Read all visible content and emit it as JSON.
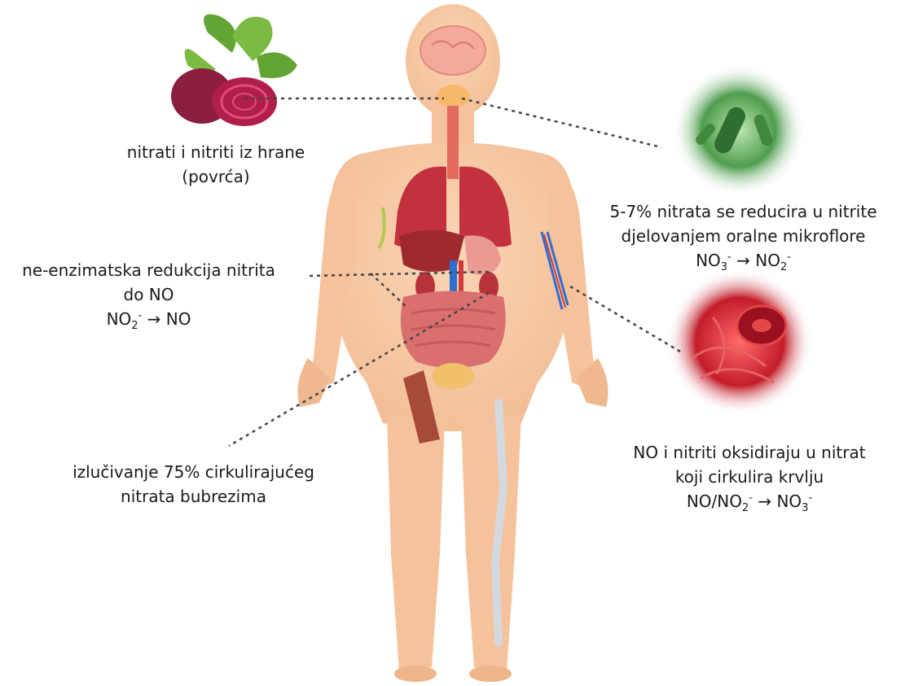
{
  "labels": {
    "food": {
      "line1": "nitrati i nitriti iz hrane",
      "line2": "(povrća)"
    },
    "oral": {
      "line1": "5-7% nitrata se reducira u nitrite",
      "line2": "djelovanjem oralne mikroflore",
      "eq_lhs": "NO",
      "eq_lhs_sub": "3",
      "eq_lhs_sup": "-",
      "arrow": "→",
      "eq_rhs": "NO",
      "eq_rhs_sub": "2",
      "eq_rhs_sup": "-"
    },
    "reduction": {
      "line1": "ne-enzimatska redukcija nitrita",
      "line2": "do NO",
      "eq_lhs": "NO",
      "eq_lhs_sub": "2",
      "eq_lhs_sup": "-",
      "arrow": "→",
      "eq_rhs": "NO"
    },
    "blood": {
      "line1": "NO i nitriti oksidiraju u nitrat",
      "line2": "koji cirkulira krvlju",
      "eq_lhs": "NO/NO",
      "eq_lhs_sub": "2",
      "eq_lhs_sup": "-",
      "arrow": "→",
      "eq_rhs": "NO",
      "eq_rhs_sub": "3",
      "eq_rhs_sup": "-"
    },
    "kidney": {
      "line1": "izlučivanje 75% cirkulirajućeg",
      "line2": "nitrata bubrezima"
    }
  },
  "colors": {
    "skin": "#f7c9a5",
    "skin_shadow": "#eeb38a",
    "lung": "#c4313e",
    "liver": "#9e2a2f",
    "stomach": "#e99a93",
    "intestine": "#d9706f",
    "vessel_blue": "#2c6fd1",
    "bone": "#d4d8df",
    "muscle": "#a84a3a",
    "bacteria_bg": "#4f9d4f",
    "blood_bg": "#c21d2a",
    "beet": "#8b1d3f",
    "leaf": "#63a534"
  }
}
